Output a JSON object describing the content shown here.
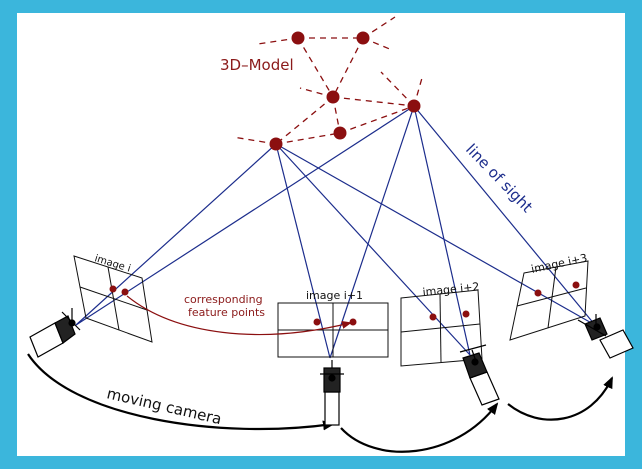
{
  "labels": {
    "model": "3D–Model",
    "line_of_sight": "line of sight",
    "corresponding": "corresponding",
    "feature_points": "feature points",
    "moving_camera": "moving camera"
  },
  "images": [
    {
      "name": "image i"
    },
    {
      "name": "image i+1"
    },
    {
      "name": "image i+2"
    },
    {
      "name": "image i+3"
    }
  ],
  "colors": {
    "border": "#3bb6dc",
    "point": "#8b0f10",
    "model_text": "#8b1a1a",
    "ray": "#1c2d8c",
    "sight_text": "#1c2d8c",
    "arrow": "#000000"
  }
}
